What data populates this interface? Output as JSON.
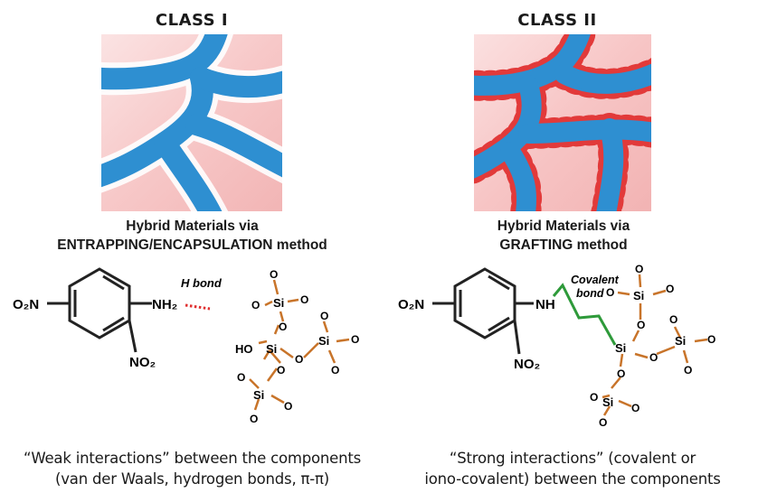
{
  "left": {
    "class_title": "CLASS I",
    "caption_line1": "Hybrid Materials via",
    "caption_line2": "ENTRAPPING/ENCAPSULATION  method",
    "molecule": {
      "o2n": "O₂N",
      "nh2": "NH₂",
      "no2": "NO₂",
      "interaction_label": "H bond",
      "ho": "HO"
    },
    "footer_line1": "“Weak interactions”  between the components",
    "footer_line2": "(van der Waals, hydrogen bonds, π-π)"
  },
  "right": {
    "class_title": "CLASS II",
    "caption_line1": "Hybrid Materials via",
    "caption_line2": "GRAFTING method",
    "molecule": {
      "o2n": "O₂N",
      "nh": "NH",
      "no2": "NO₂",
      "interaction_label_1": "Covalent",
      "interaction_label_2": "bond"
    },
    "footer_line1": "“Strong interactions” (covalent or",
    "footer_line2": "iono-covalent) between the components"
  },
  "atoms": {
    "si": "Si",
    "o": "O"
  },
  "colors": {
    "matrix_pink": "#f7c8c8",
    "channel_blue": "#2e8fd1",
    "grafted_red": "#e23a3a",
    "covalent_green": "#2e9a3a",
    "hbond_red": "#e03030",
    "bond_orange": "#c8742a"
  }
}
